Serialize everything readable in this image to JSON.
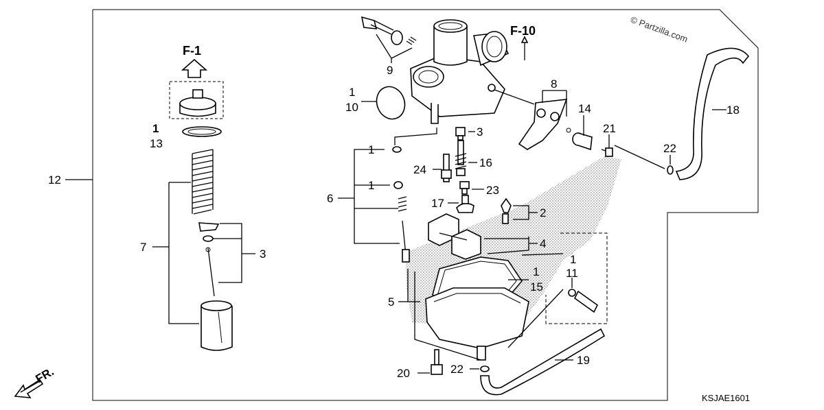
{
  "refs": {
    "f1": "F-1",
    "f10": "F-10"
  },
  "watermark": "© Partzilla.com",
  "diagram_code": "KSJAE1601",
  "front_arrow": "FR.",
  "callouts": {
    "n1a": "1",
    "n10": "10",
    "n9": "9",
    "n1b": "1",
    "n13": "13",
    "n12": "12",
    "n7": "7",
    "n3a": "3",
    "n8": "8",
    "n14": "14",
    "n21": "21",
    "n18": "18",
    "n22a": "22",
    "n3b": "3",
    "n1c": "1",
    "n16": "16",
    "n24": "24",
    "n1d": "1",
    "n23": "23",
    "n6": "6",
    "n17": "17",
    "n2": "2",
    "n4": "4",
    "n1e": "1",
    "n1f": "1",
    "n11": "11",
    "n15": "15",
    "n5": "5",
    "n19": "19",
    "n20": "20",
    "n22b": "22"
  }
}
